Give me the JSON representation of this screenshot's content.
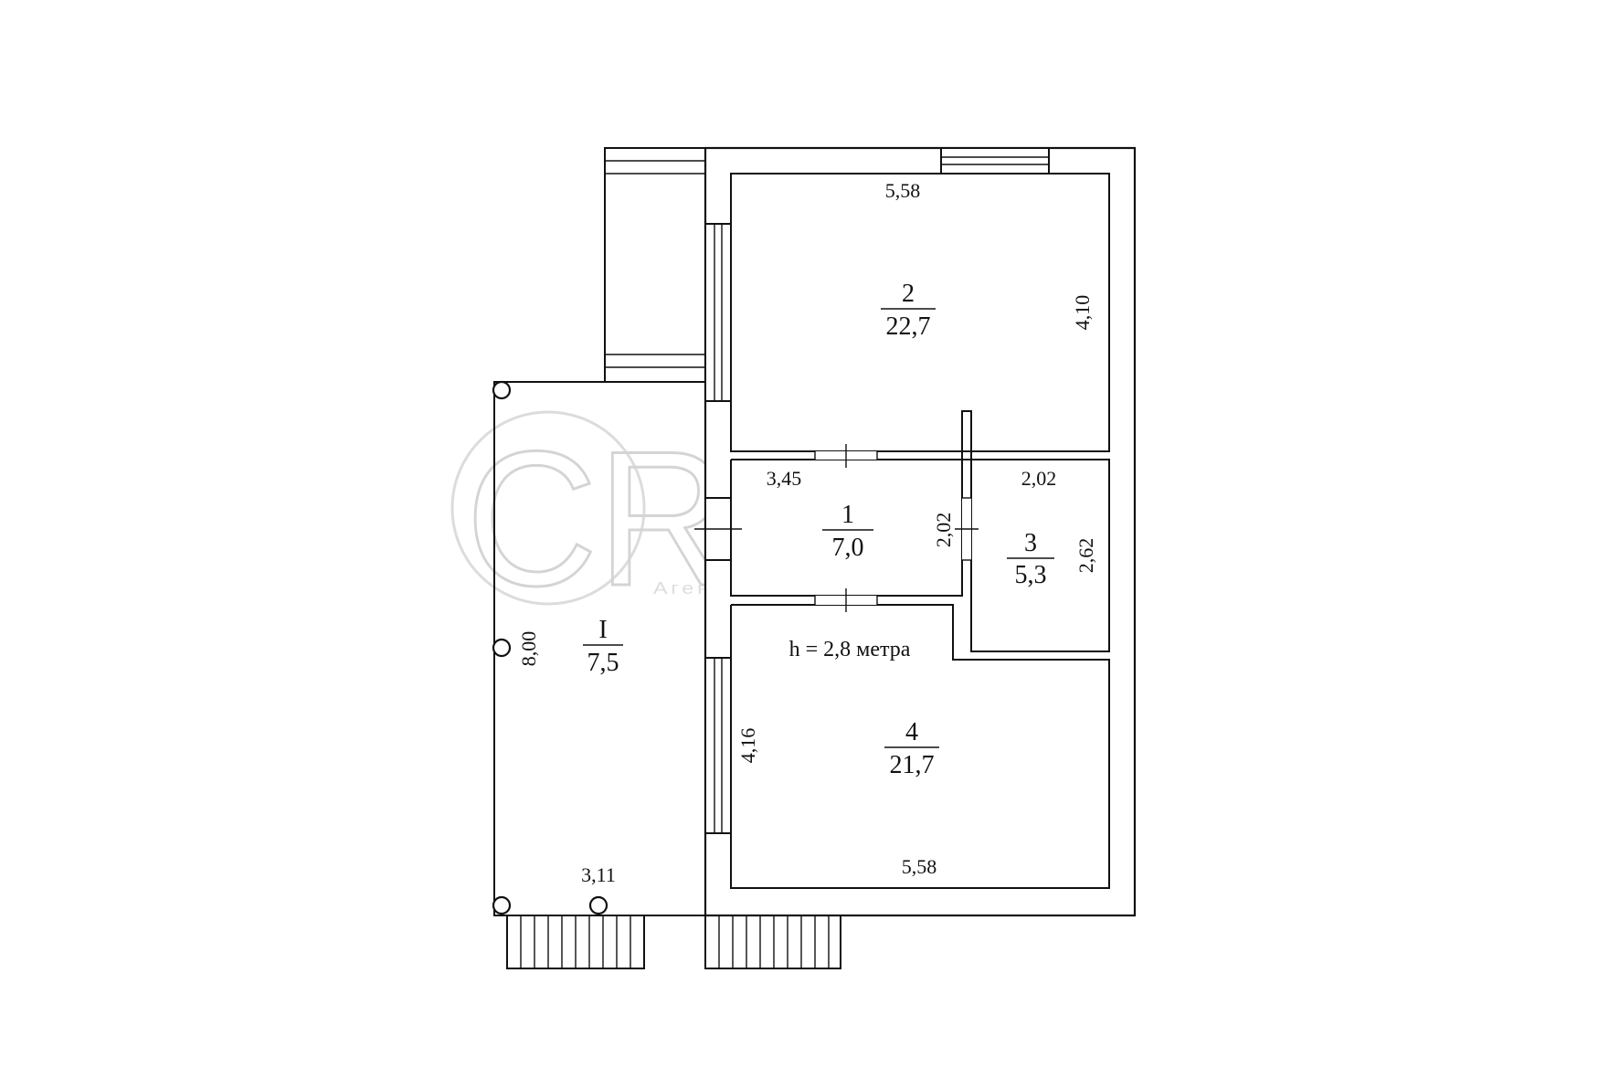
{
  "watermark": {
    "brand": "CREDO",
    "tagline": "Агентство Нерухомості"
  },
  "note": "h = 2,8 метра",
  "rooms": [
    {
      "id": "1",
      "number": "1",
      "area": "7,0"
    },
    {
      "id": "2",
      "number": "2",
      "area": "22,7"
    },
    {
      "id": "3",
      "number": "3",
      "area": "5,3"
    },
    {
      "id": "4",
      "number": "4",
      "area": "21,7"
    },
    {
      "id": "I",
      "number": "I",
      "area": "7,5"
    }
  ],
  "dimensions": {
    "room2_width": "5,58",
    "room2_depth": "4,10",
    "room1_width": "3,45",
    "room1_depth": "2,02",
    "room3_width": "2,02",
    "room3_depth": "2,62",
    "room4_width": "5,58",
    "room4_depth": "4,16",
    "terrace_length": "8,00",
    "terrace_width": "3,11"
  }
}
